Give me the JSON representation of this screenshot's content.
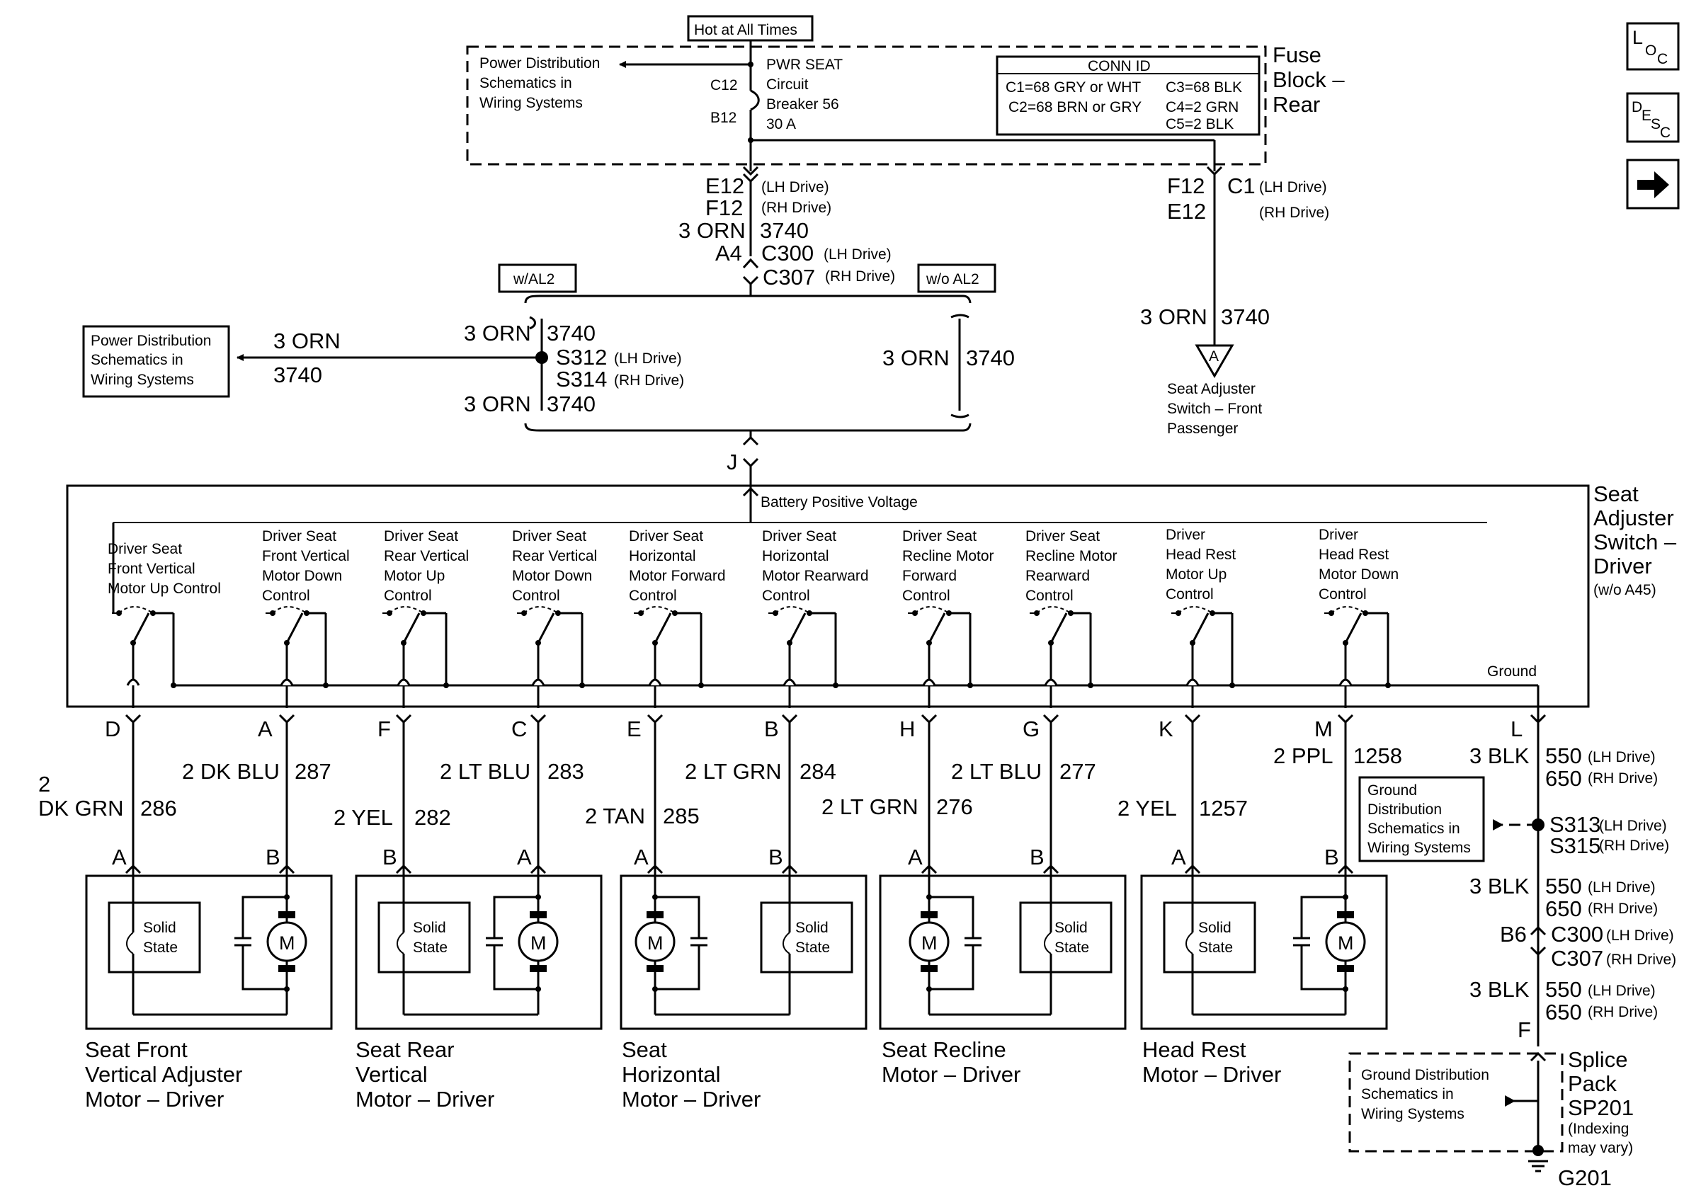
{
  "nav": {
    "loc_icon": "loc-icon",
    "loc_l": "L",
    "loc_o": "O",
    "loc_c": "C",
    "desc_icon": "desc-icon",
    "desc_d": "D",
    "desc_e": "E",
    "desc_s": "S",
    "desc_c": "C",
    "next_icon": "right-arrow-icon"
  },
  "top": {
    "hot": "Hot at All Times",
    "pds1": "Power Distribution",
    "pds2": "Schematics in",
    "pds3": "Wiring Systems",
    "pwr1": "PWR SEAT",
    "pwr2": "Circuit",
    "pwr3": "Breaker 56",
    "pwr4": "30 A",
    "c12": "C12",
    "b12": "B12",
    "conn_title": "CONN ID",
    "conn_r1a": "C1=68 GRY or WHT",
    "conn_r1b": "C3=68 BLK",
    "conn_r2a": "C2=68 BRN or GRY",
    "conn_r2b": "C4=2 GRN",
    "conn_r3b": "C5=2 BLK",
    "fuse1": "Fuse",
    "fuse2": "Block –",
    "fuse3": "Rear"
  },
  "feed": {
    "e12": "E12",
    "e12_note": "(LH Drive)",
    "f12": "F12",
    "f12_note": "(RH Drive)",
    "wire": "3 ORN",
    "circuit": "3740",
    "a4": "A4",
    "c300": "C300",
    "c300_note": "(LH Drive)",
    "c307": "C307",
    "c307_note": "(RH Drive)",
    "r_f12": "F12",
    "r_c1": "C1",
    "r_c1_note": "(LH Drive)",
    "r_e12": "E12",
    "r_e12_note": "(RH Drive)",
    "r_wire": "3 ORN",
    "r_circuit": "3740",
    "tri": "A",
    "pass1": "Seat Adjuster",
    "pass2": "Switch – Front",
    "pass3": "Passenger"
  },
  "splice": {
    "wal2": "w/AL2",
    "woal2": "w/o AL2",
    "pds1": "Power Distribution",
    "pds2": "Schematics in",
    "pds3": "Wiring Systems",
    "lw": "3 ORN",
    "lc": "3740",
    "w1": "3 ORN",
    "c1": "3740",
    "s312": "S312",
    "s312_note": "(LH Drive)",
    "s314": "S314",
    "s314_note": "(RH Drive)",
    "w2": "3 ORN",
    "c2": "3740",
    "w3": "3 ORN",
    "c3": "3740",
    "j": "J"
  },
  "switch": {
    "bpv": "Battery Positive Voltage",
    "ground": "Ground",
    "title1": "Seat",
    "title2": "Adjuster",
    "title3": "Switch –",
    "title4": "Driver",
    "title5": "(w/o A45)",
    "sw1": [
      "Driver Seat",
      "Front Vertical",
      "Motor Up Control"
    ],
    "sw2": [
      "Driver Seat",
      "Front Vertical",
      "Motor Down",
      "Control"
    ],
    "sw3": [
      "Driver Seat",
      "Rear Vertical",
      "Motor Up",
      "Control"
    ],
    "sw4": [
      "Driver Seat",
      "Rear Vertical",
      "Motor Down",
      "Control"
    ],
    "sw5": [
      "Driver Seat",
      "Horizontal",
      "Motor Forward",
      "Control"
    ],
    "sw6": [
      "Driver Seat",
      "Horizontal",
      "Motor Rearward",
      "Control"
    ],
    "sw7": [
      "Driver Seat",
      "Recline Motor",
      "Forward",
      "Control"
    ],
    "sw8": [
      "Driver Seat",
      "Recline Motor",
      "Rearward",
      "Control"
    ],
    "sw9": [
      "Driver",
      "Head Rest",
      "Motor Up",
      "Control"
    ],
    "sw10": [
      "Driver",
      "Head Rest",
      "Motor Down",
      "Control"
    ]
  },
  "pins": {
    "D": "D",
    "A": "A",
    "F": "F",
    "C": "C",
    "E": "E",
    "B": "B",
    "H": "H",
    "G": "G",
    "K": "K",
    "M": "M",
    "L": "L"
  },
  "wires": {
    "d_w1": "2",
    "d_w2": "DK GRN",
    "d_c": "286",
    "a_w": "2 DK BLU",
    "a_c": "287",
    "f_w": "2 YEL",
    "f_c": "282",
    "c_w": "2 LT BLU",
    "c_c": "283",
    "e_w": "2 TAN",
    "e_c": "285",
    "b_w": "2 LT GRN",
    "b_c": "284",
    "h_w": "2 LT GRN",
    "h_c": "276",
    "g_w": "2 LT BLU",
    "g_c": "277",
    "k_w": "2 YEL",
    "k_c": "1257",
    "m_w": "2 PPL",
    "m_c": "1258"
  },
  "motors": {
    "solid1": "Solid",
    "solid2": "State",
    "m": "M",
    "pa": "A",
    "pb": "B",
    "n1": [
      "Seat Front",
      "Vertical Adjuster",
      "Motor – Driver"
    ],
    "n2": [
      "Seat Rear",
      "Vertical",
      "Motor – Driver"
    ],
    "n3": [
      "Seat",
      "Horizontal",
      "Motor – Driver"
    ],
    "n4": [
      "Seat Recline",
      "Motor – Driver"
    ],
    "n5": [
      "Head Rest",
      "Motor – Driver"
    ]
  },
  "ground": {
    "w1": "3 BLK",
    "c550": "550",
    "lh": "(LH Drive)",
    "c650": "650",
    "rh": "(RH Drive)",
    "gd1": "Ground",
    "gd2": "Distribution",
    "gd3": "Schematics in",
    "gd4": "Wiring Systems",
    "s313": "S313",
    "s315": "S315",
    "b6": "B6",
    "c300": "C300",
    "c307": "C307",
    "f": "F",
    "gd5": "Ground Distribution",
    "gd6": "Schematics in",
    "gd7": "Wiring Systems",
    "sp1": "Splice",
    "sp2": "Pack",
    "sp3": "SP201",
    "sp4": "(Indexing",
    "sp5": "may vary)",
    "g201": "G201"
  }
}
